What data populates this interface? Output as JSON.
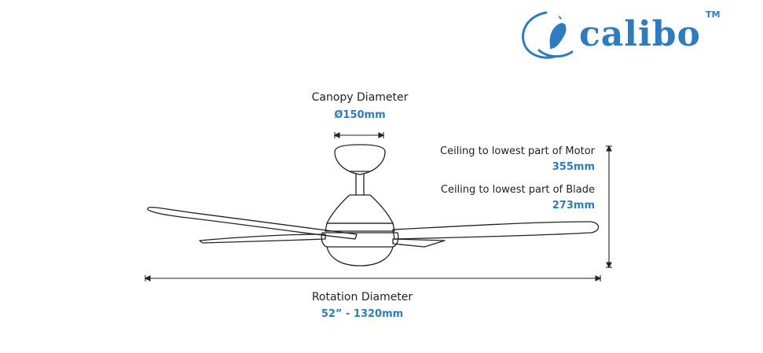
{
  "brand": {
    "name": "calibo",
    "trademark": "TM",
    "color": "#2f7bbf"
  },
  "dimensions": {
    "canopy": {
      "label": "Canopy Diameter",
      "value": "Ø150mm"
    },
    "motor": {
      "label": "Ceiling to lowest part of Motor",
      "value": "355mm"
    },
    "blade": {
      "label": "Ceiling to lowest part of Blade",
      "value": "273mm"
    },
    "rotation": {
      "label": "Rotation Diameter",
      "value": "52” - 1320mm"
    }
  },
  "colors": {
    "accent": "#2f7bbf",
    "text": "#222222",
    "line": "#222222"
  }
}
